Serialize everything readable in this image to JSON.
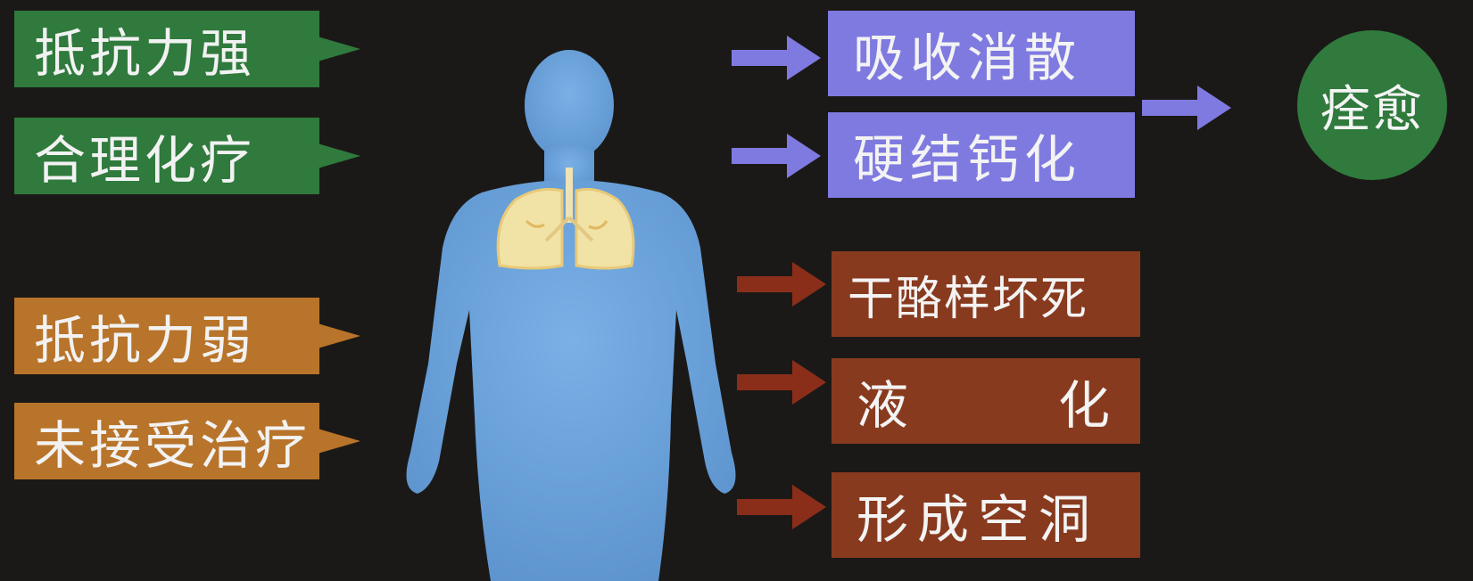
{
  "left_labels": {
    "strong_resistance": "抵抗力强",
    "proper_chemotherapy": "合理化疗",
    "weak_resistance": "抵抗力弱",
    "untreated": "未接受治疗"
  },
  "good_outcomes": {
    "absorb": "吸收消散",
    "fibrosis_calcification": "硬结钙化"
  },
  "cure": "痊愈",
  "bad_outcomes": {
    "caseous_necrosis": "干酪样坏死",
    "liquefaction_left": "液",
    "liquefaction_right": "化",
    "cavity": "形成空洞"
  },
  "colors": {
    "good": "#2f7a3c",
    "bad": "#b8742a",
    "good_result": "#7f7ae0",
    "bad_result": "#883a1e",
    "body": "#6fa6dd",
    "lungs": "#f1e2a6"
  }
}
